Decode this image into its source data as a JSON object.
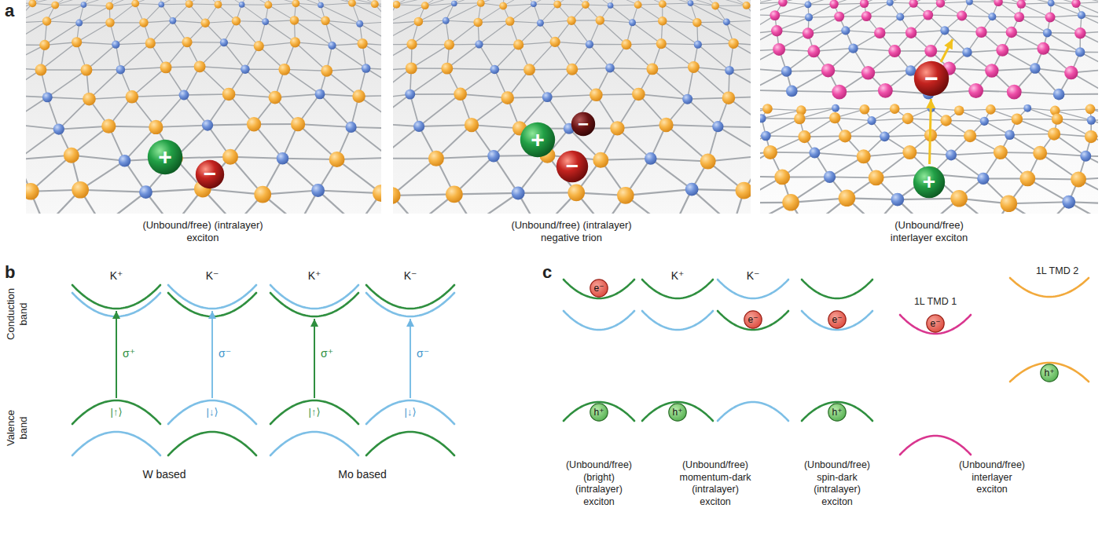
{
  "diagram": {
    "nodes": [
      {
        "text": [
          "+"
        ]
      },
      {
        "text": [
          "−"
        ]
      },
      {
        "text": [
          "+"
        ]
      },
      {
        "text": [
          "−"
        ]
      },
      {
        "text": [
          "−"
        ]
      },
      {
        "text": [
          "−"
        ]
      },
      {
        "text": [
          "+"
        ]
      },
      {
        "text": [
          "e⁻"
        ]
      },
      {
        "text": [
          "h⁺"
        ]
      },
      {
        "text": [
          "e⁻"
        ]
      },
      {
        "text": [
          "h⁺"
        ]
      },
      {
        "text": [
          "e⁻"
        ]
      },
      {
        "text": [
          "h⁺"
        ]
      },
      {
        "text": [
          "e⁻"
        ]
      },
      {
        "text": [
          "h⁺"
        ]
      }
    ],
    "edges": [
      {
        "from": 6,
        "to": 5,
        "arrow": "to"
      }
    ],
    "labels": [
      "a",
      "(Unbound/free) (intralayer) exciton",
      "(Unbound/free) (intralayer) negative trion",
      "(Unbound/free) interlayer exciton",
      "b",
      "Conduction band",
      "Valence band",
      "K⁺",
      "K⁻",
      "K⁺",
      "K⁻",
      "σ⁺",
      "σ⁻",
      "σ⁺",
      "σ⁻",
      "|↑⟩",
      "|↓⟩",
      "|↑⟩",
      "|↓⟩",
      "W based",
      "Mo based",
      "c",
      "K⁺",
      "K⁻",
      "1L TMD 1",
      "1L TMD 2",
      "(Unbound/free) (bright) (intralayer) exciton",
      "(Unbound/free) momentum-dark (intralayer) exciton",
      "(Unbound/free) spin-dark (intralayer) exciton",
      "(Unbound/free) interlayer exciton"
    ]
  }
}
